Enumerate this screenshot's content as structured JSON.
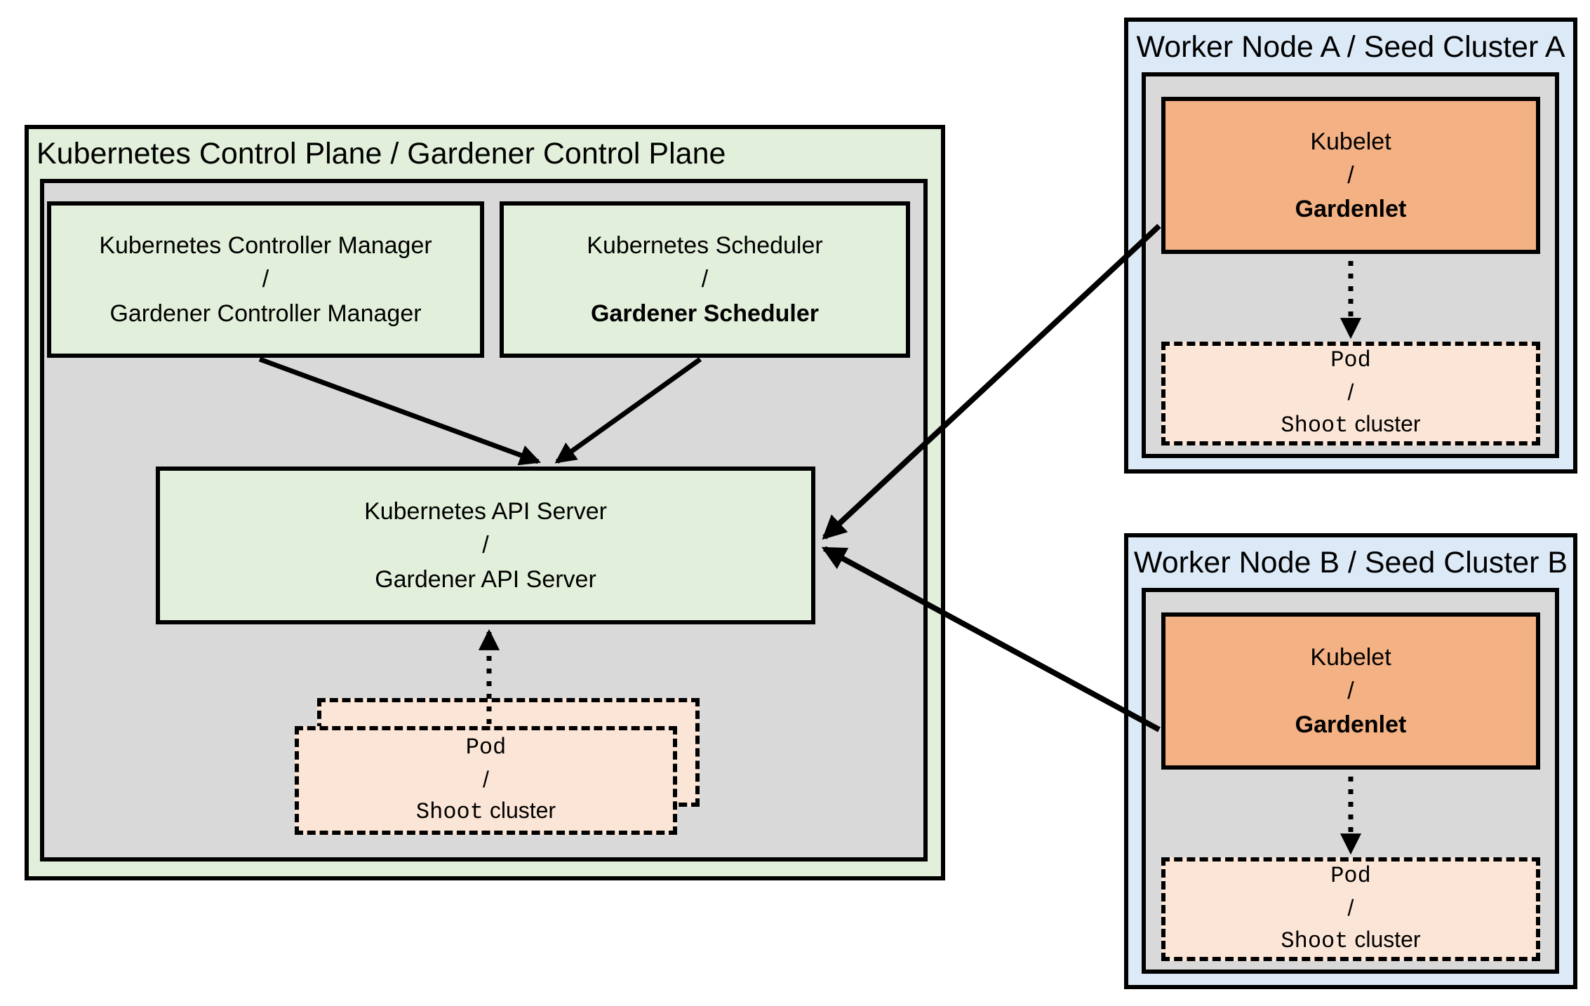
{
  "colors": {
    "box_green": "#e2efda",
    "box_gray": "#d9d9d9",
    "box_blue": "#dce9f7",
    "box_orange": "#f4b183",
    "box_peach": "#fbe5d6",
    "line_black": "#000000",
    "canvas_white": "#ffffff"
  },
  "control_plane": {
    "title": "Kubernetes Control Plane / Gardener Control Plane",
    "controller_manager": {
      "line1": "Kubernetes Controller Manager",
      "separator": "/",
      "line2": "Gardener Controller Manager"
    },
    "scheduler": {
      "line1": "Kubernetes Scheduler",
      "separator": "/",
      "line2": "Gardener Scheduler"
    },
    "api_server": {
      "line1": "Kubernetes API Server",
      "separator": "/",
      "line2": "Gardener API Server"
    },
    "pod": {
      "line1": "Pod",
      "separator": "/",
      "line2_mono": "Shoot",
      "line2_plain": "cluster"
    }
  },
  "worker_node_a": {
    "title": "Worker Node A / Seed Cluster A",
    "kubelet": {
      "line1": "Kubelet",
      "separator": "/",
      "line2": "Gardenlet"
    },
    "pod": {
      "line1": "Pod",
      "separator": "/",
      "line2_mono": "Shoot",
      "line2_plain": "cluster"
    }
  },
  "worker_node_b": {
    "title": "Worker Node B / Seed Cluster B",
    "kubelet": {
      "line1": "Kubelet",
      "separator": "/",
      "line2": "Gardenlet"
    },
    "pod": {
      "line1": "Pod",
      "separator": "/",
      "line2_mono": "Shoot",
      "line2_plain": "cluster"
    }
  }
}
